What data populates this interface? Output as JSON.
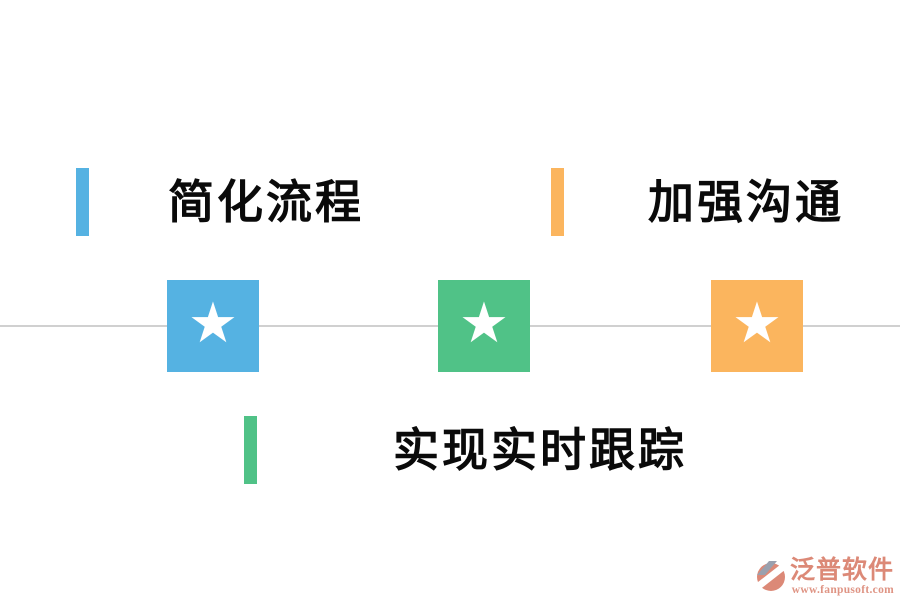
{
  "page": {
    "background_color": "#ffffff",
    "divider_color": "#d0d0d0"
  },
  "features": [
    {
      "id": "simplify-process",
      "label": "简化流程",
      "accent_color": "#55B2E2"
    },
    {
      "id": "improve-communication",
      "label": "加强沟通",
      "accent_color": "#FBB55E"
    },
    {
      "id": "realtime-tracking",
      "label": "实现实时跟踪",
      "accent_color": "#50C287"
    }
  ],
  "milestones": [
    {
      "icon": "star-icon",
      "glyph": "★",
      "color": "#55B2E2"
    },
    {
      "icon": "star-icon",
      "glyph": "★",
      "color": "#50C287"
    },
    {
      "icon": "star-icon",
      "glyph": "★",
      "color": "#FBB55E"
    }
  ],
  "watermark": {
    "brand": "泛普软件",
    "url": "www.fanpusoft.com",
    "brand_color": "#DC8977",
    "url_color": "#DF9484",
    "icon_gray": "#9aa0ae"
  }
}
